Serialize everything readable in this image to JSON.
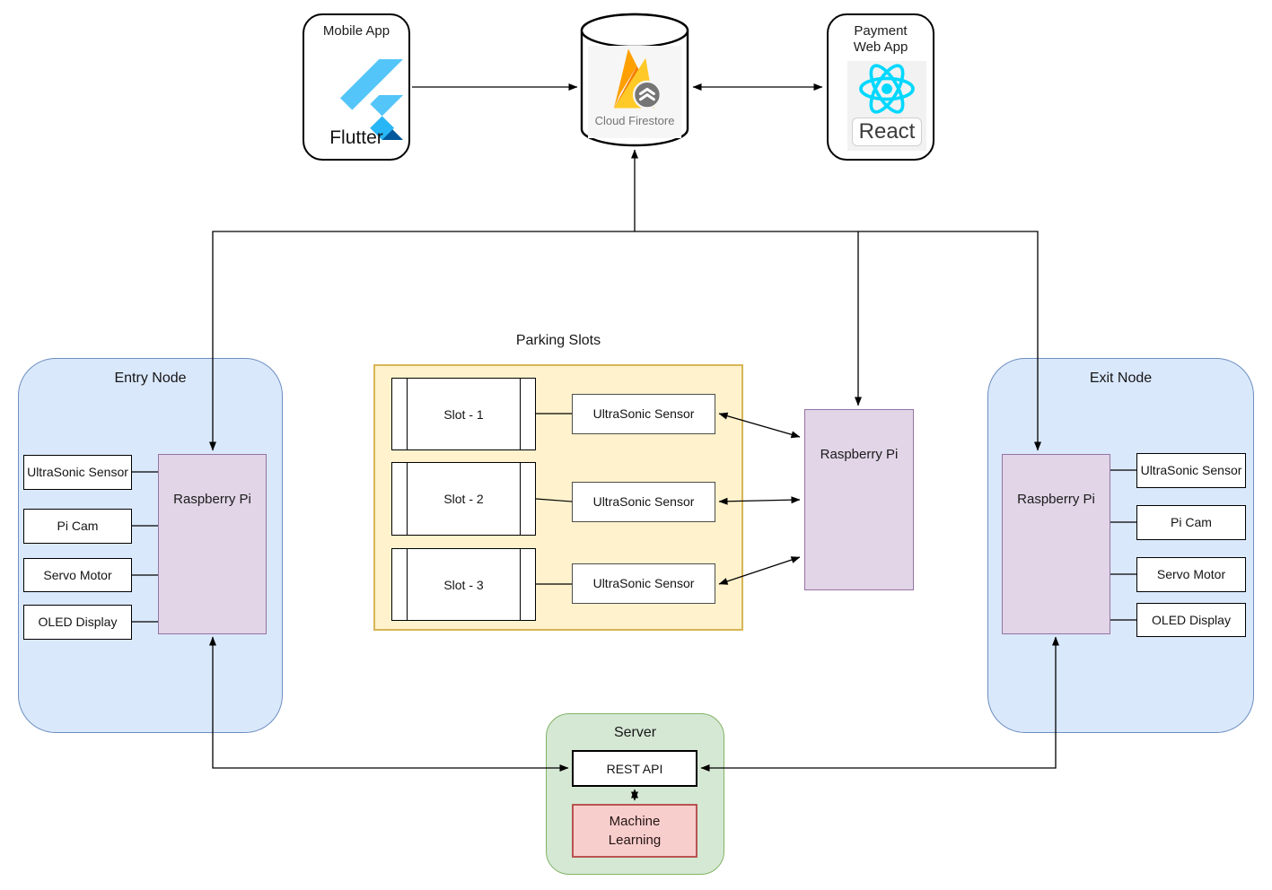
{
  "top": {
    "mobile_app": {
      "title": "Mobile App",
      "label": "Flutter"
    },
    "firestore": {
      "label": "Cloud Firestore"
    },
    "payment": {
      "title": "Payment Web App",
      "label": "React"
    }
  },
  "entry_node": {
    "title": "Entry Node",
    "pi_label": "Raspberry Pi",
    "devices": [
      "UltraSonic Sensor",
      "Pi Cam",
      "Servo Motor",
      "OLED Display"
    ]
  },
  "exit_node": {
    "title": "Exit Node",
    "pi_label": "Raspberry Pi",
    "devices": [
      "UltraSonic Sensor",
      "Pi Cam",
      "Servo Motor",
      "OLED Display"
    ]
  },
  "parking": {
    "title": "Parking Slots",
    "slots": [
      "Slot - 1",
      "Slot - 2",
      "Slot - 3"
    ],
    "sensor_label": "UltraSonic Sensor"
  },
  "central_pi": {
    "label": "Raspberry Pi"
  },
  "server": {
    "title": "Server",
    "api_label": "REST API",
    "ml_label": "Machine Learning"
  },
  "colors": {
    "node_fill": "#dae8fc",
    "node_stroke": "#6c8ebf",
    "pi_fill": "#e1d5e7",
    "pi_stroke": "#9673a6",
    "parking_fill": "#fff2cc",
    "parking_stroke": "#d6b656",
    "server_fill": "#d5e8d4",
    "server_stroke": "#82b366",
    "ml_fill": "#f8cecc",
    "ml_stroke": "#b85450",
    "react": "#00d8ff",
    "flutter_light": "#54c5f8",
    "flutter_mid": "#29b6f6",
    "flutter_dark": "#01579b",
    "firebase_spike": "#ffa000",
    "firebase_mid": "#f57c00",
    "firebase_body": "#ffca28",
    "firestore_badge": "#757575",
    "line": "#000000"
  }
}
